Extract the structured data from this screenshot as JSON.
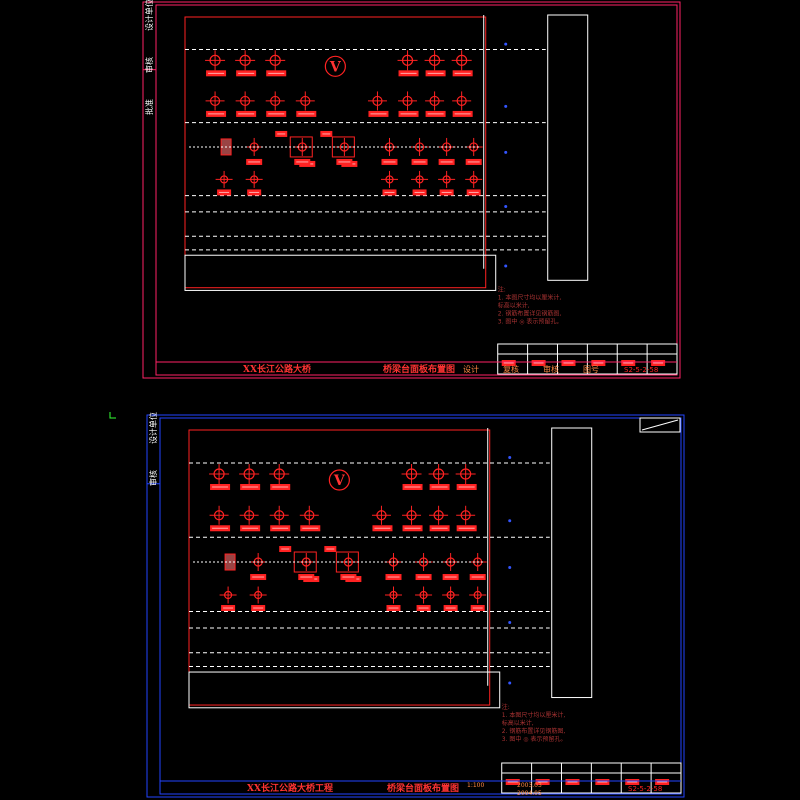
{
  "sheets": [
    {
      "id": "top",
      "project_title": "XX长江公路大桥",
      "drawing_title": "桥梁台面板布置图",
      "sheet_number": "S2-5-2-58",
      "frame_color": "#ff2266",
      "labels": [
        "设计",
        "复核",
        "审核",
        "图号"
      ],
      "side_labels": [
        "设计单位",
        "审核",
        "批准"
      ],
      "center_symbol": "V",
      "notes": [
        "注:",
        "1. 本图尺寸均以厘米计,",
        "   标高以米计,",
        "2. 钢筋布置详见钢筋图,",
        "3. 图中 ◎ 表示预留孔。"
      ]
    },
    {
      "id": "bottom",
      "project_title": "XX长江公路大桥工程",
      "drawing_title": "桥梁台面板布置图",
      "scale": "1:100",
      "date1": "2003.03",
      "date2": "2004.05",
      "sheet_number": "S2-5-2-58",
      "frame_color": "#2244ff",
      "center_symbol": "V",
      "side_labels": [
        "设计单位",
        "审核"
      ],
      "notes": [
        "注:",
        "1. 本图尺寸均以厘米计,",
        "   标高以米计,",
        "2. 钢筋布置详见钢筋图,",
        "3. 图中 ◎ 表示预留孔。"
      ]
    }
  ],
  "colors": {
    "background": "#000000",
    "border_red": "#ff2266",
    "border_blue": "#2244ff",
    "drawing_red": "#ff2222",
    "line_white": "#ffffff",
    "dot_blue": "#3355ff"
  }
}
